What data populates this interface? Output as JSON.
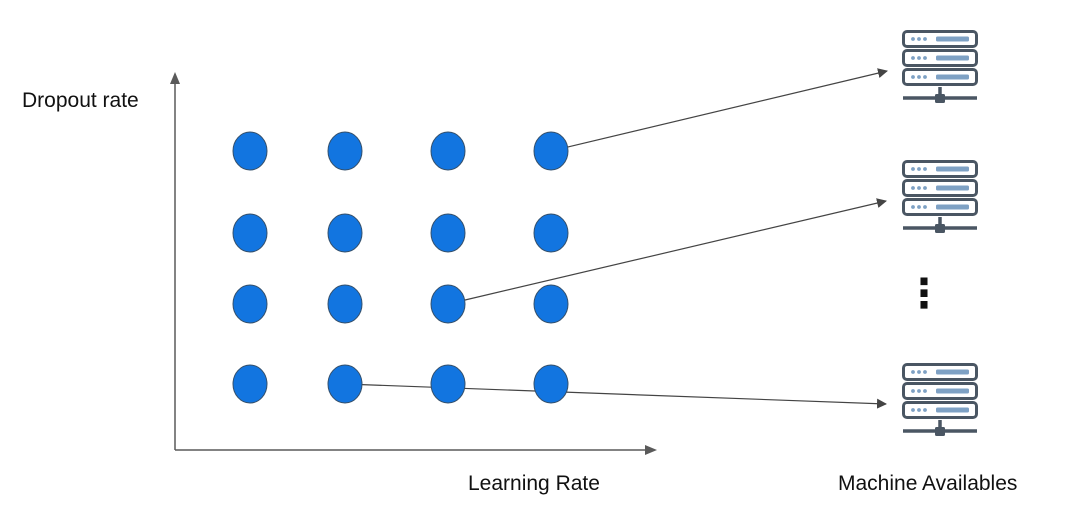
{
  "axes": {
    "y_label": "Dropout rate",
    "x_label": "Learning Rate"
  },
  "grid": {
    "rows": 4,
    "cols": 4,
    "dot_color": "#1275e0",
    "dot_stroke": "#35506b"
  },
  "machines": {
    "label": "Machine Availables",
    "icon": "server-rack-icon",
    "visible_count": 3,
    "ellipsis": "⋮",
    "icon_dark": "#4a5663",
    "icon_light": "#7ea1c4"
  },
  "connections": [
    {
      "from_row": 1,
      "from_col": 4,
      "to_machine": 1
    },
    {
      "from_row": 3,
      "from_col": 3,
      "to_machine": 2
    },
    {
      "from_row": 4,
      "from_col": 2,
      "to_machine": 3
    }
  ],
  "colors": {
    "axis": "#5a5a5a",
    "arrow": "#444444"
  }
}
